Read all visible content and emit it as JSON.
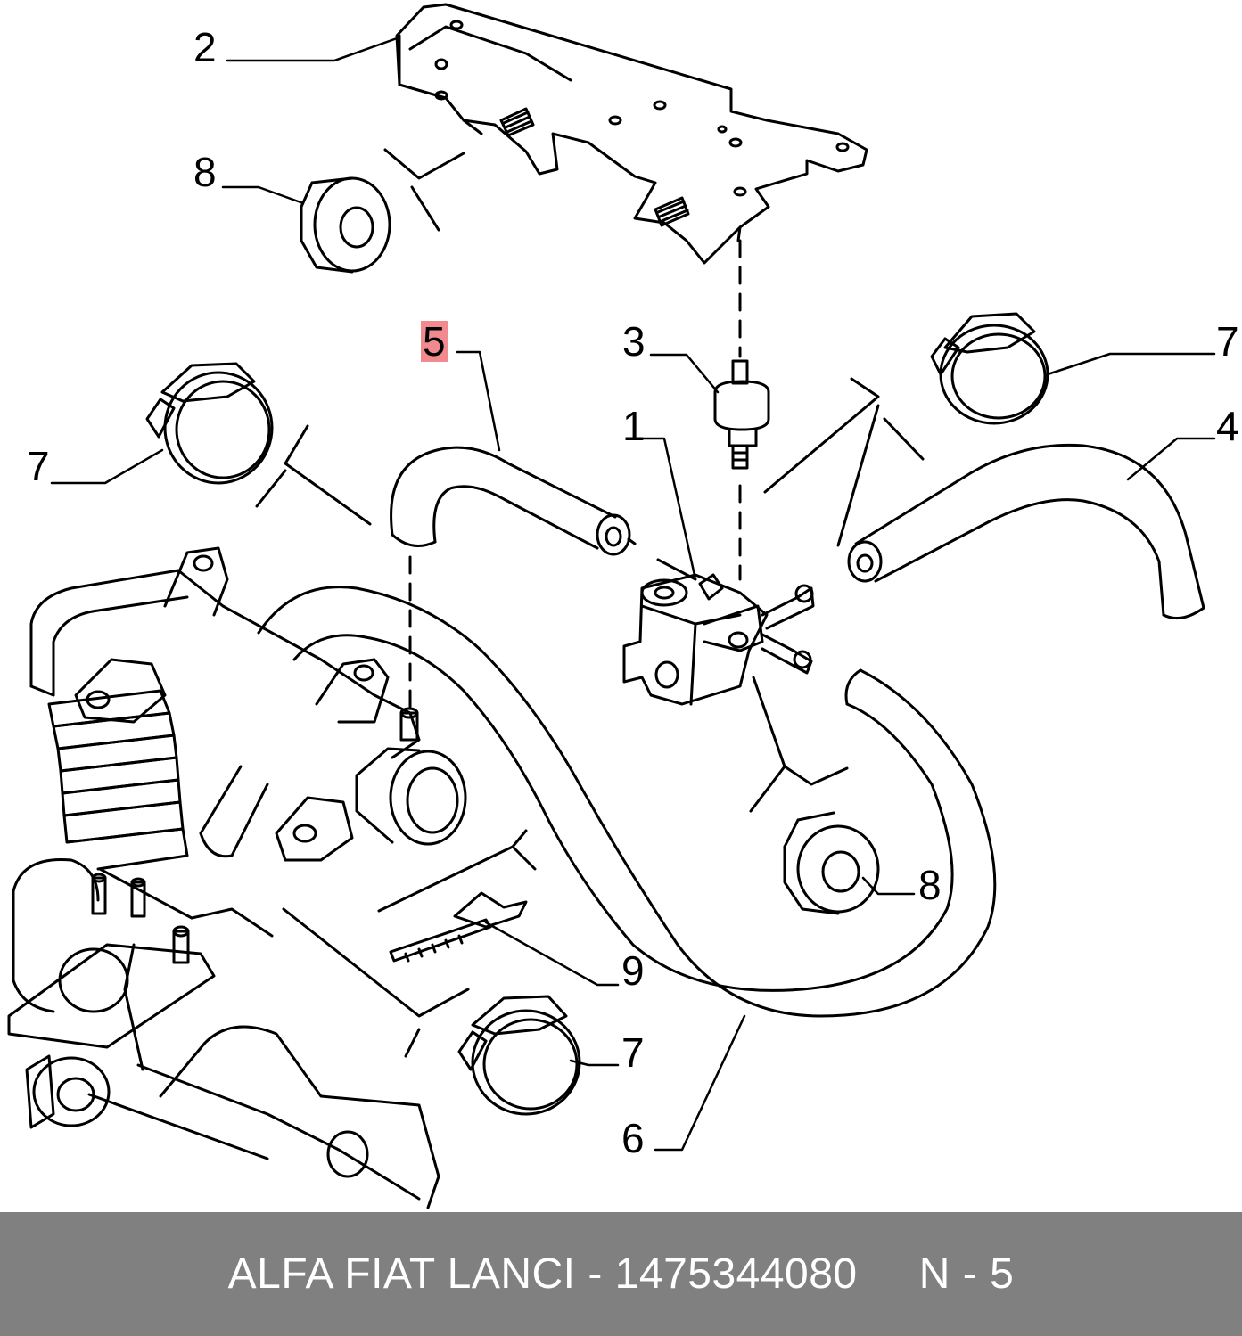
{
  "callouts": {
    "c1": "1",
    "c2": "2",
    "c3": "3",
    "c4": "4",
    "c5": "5",
    "c6": "6",
    "c7a": "7",
    "c7b": "7",
    "c7c": "7",
    "c8a": "8",
    "c8b": "8",
    "c9": "9"
  },
  "footer": {
    "text": "ALFA FIAT LANCI - 1475344080     N - 5"
  },
  "colors": {
    "footer_bg": "#808080",
    "footer_text": "#ffffff",
    "highlight": "#f08a8f",
    "line": "#000000"
  }
}
